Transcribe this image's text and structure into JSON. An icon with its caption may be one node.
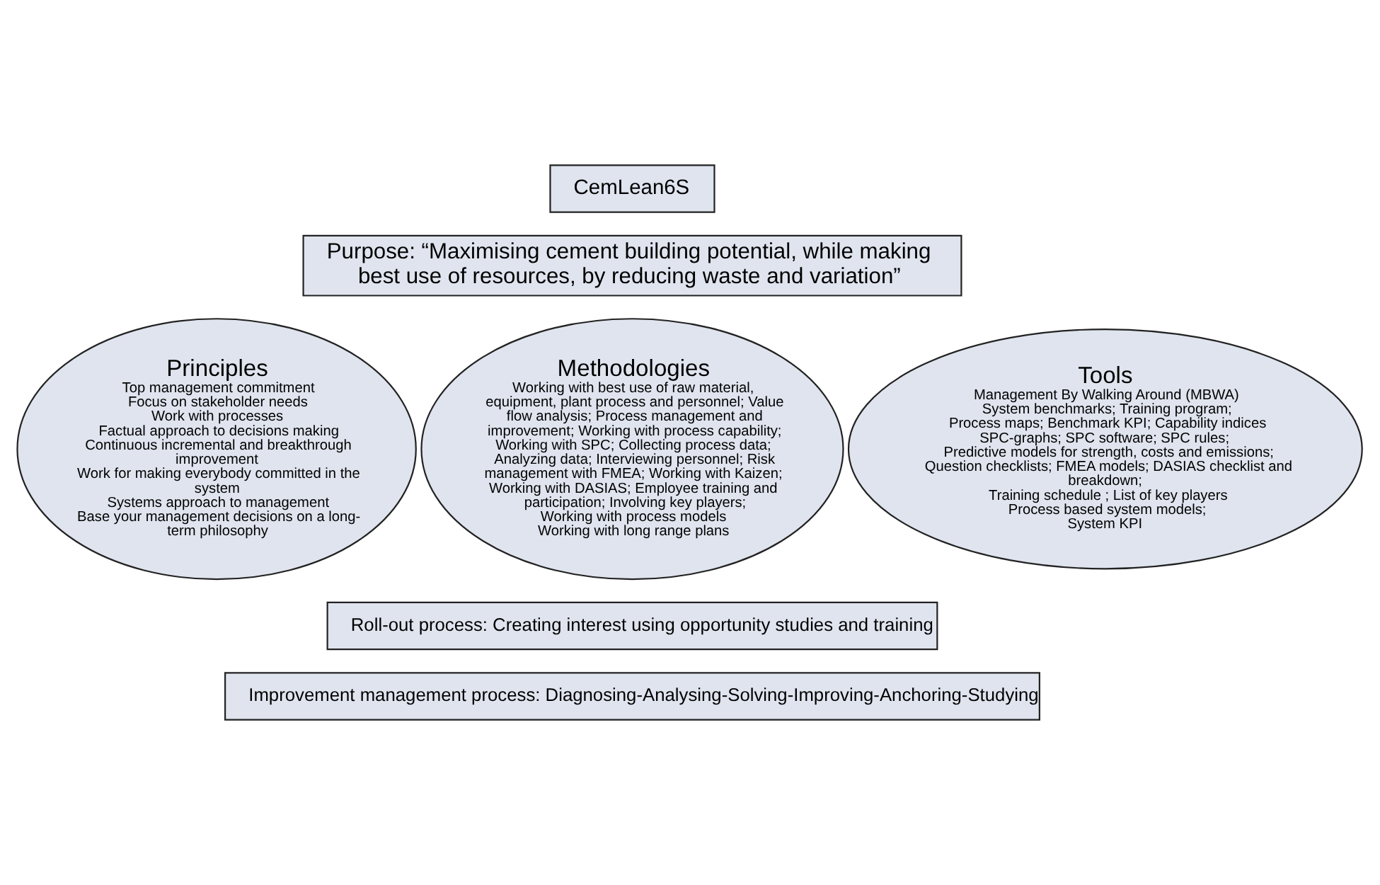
{
  "diagram": {
    "nodes": [
      {
        "text": [
          "CemLean6S"
        ]
      },
      {
        "text": [
          "Purpose: “Maximising cement building potential, while making best use of resources, by reducing waste and variation”"
        ]
      },
      {
        "text": [
          "Principles",
          "Top management commitment",
          "Focus on stakeholder needs",
          "Work with processes",
          "Factual approach to decisions making",
          "Continuous incremental and breakthrough improvement",
          "Work for making everybody committed in the system",
          "Systems approach to management",
          "Base your management decisions on a long-term philosophy"
        ]
      },
      {
        "text": [
          "Methodologies",
          "Working with best use of raw material, equipment, plant process and personnel; Value flow analysis; Process management and improvement; Working with process capability; Working with SPC; Collecting process data; Analyzing data; Interviewing personnel; Risk management with FMEA; Working with Kaizen; Working with DASIAS; Employee training and participation; Involving key players;",
          "Working with process models",
          "Working with long range plans"
        ]
      },
      {
        "text": [
          "Tools",
          "Management By Walking Around (MBWA)",
          "System benchmarks; Training program;",
          "Process maps; Benchmark KPI; Capability indices",
          "SPC-graphs; SPC software; SPC rules;",
          "Predictive models for strength, costs and emissions;",
          "Question checklists; FMEA models; DASIAS checklist and breakdown;",
          "Training schedule ; List of key players",
          "Process based system models;",
          "System KPI"
        ]
      },
      {
        "text": [
          "Roll-out process: Creating interest using opportunity studies and training"
        ]
      },
      {
        "text": [
          "Improvement management process: Diagnosing-Analysing-Solving-Improving-Anchoring-Studying"
        ]
      }
    ],
    "edges": []
  }
}
